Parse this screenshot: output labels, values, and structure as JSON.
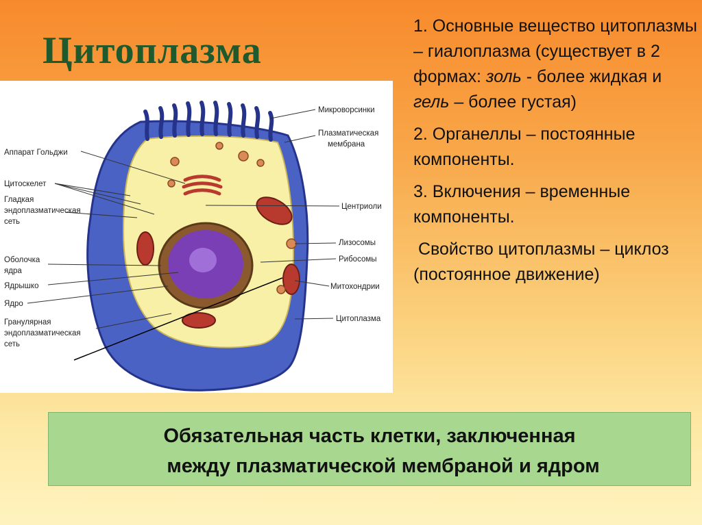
{
  "title": "Цитоплазма",
  "diagram": {
    "labels_left": [
      "Аппарат Гольджи",
      "Цитоскелет",
      "Гладкая",
      "эндоплазматическая",
      "сеть",
      "Оболочка",
      "ядра",
      "Ядрышко",
      "Ядро",
      "Гранулярная",
      "эндоплазматическая",
      "сеть"
    ],
    "labels_right": [
      "Микроворсинки",
      "Плазматическая",
      "мембрана",
      "Центриоли",
      "Лизосомы",
      "Рибосомы",
      "Митохондрии",
      "Цитоплазма"
    ]
  },
  "points": {
    "p1_a": "1. Основные вещество цитоплазмы – гиалоплазма (существует в 2 формах: ",
    "p1_sol": "золь",
    "p1_b": " - более жидкая и ",
    "p1_gel": "гель",
    "p1_c": " – более густая)",
    "p2": "2. Органеллы – постоянные компоненты.",
    "p3": "3. Включения – временные компоненты.",
    "p4": " Свойство цитоплазмы – циклоз (постоянное движение)"
  },
  "definition": {
    "line1": "Обязательная часть клетки, заключенная",
    "line2": "между плазматической мембраной и ядром"
  }
}
